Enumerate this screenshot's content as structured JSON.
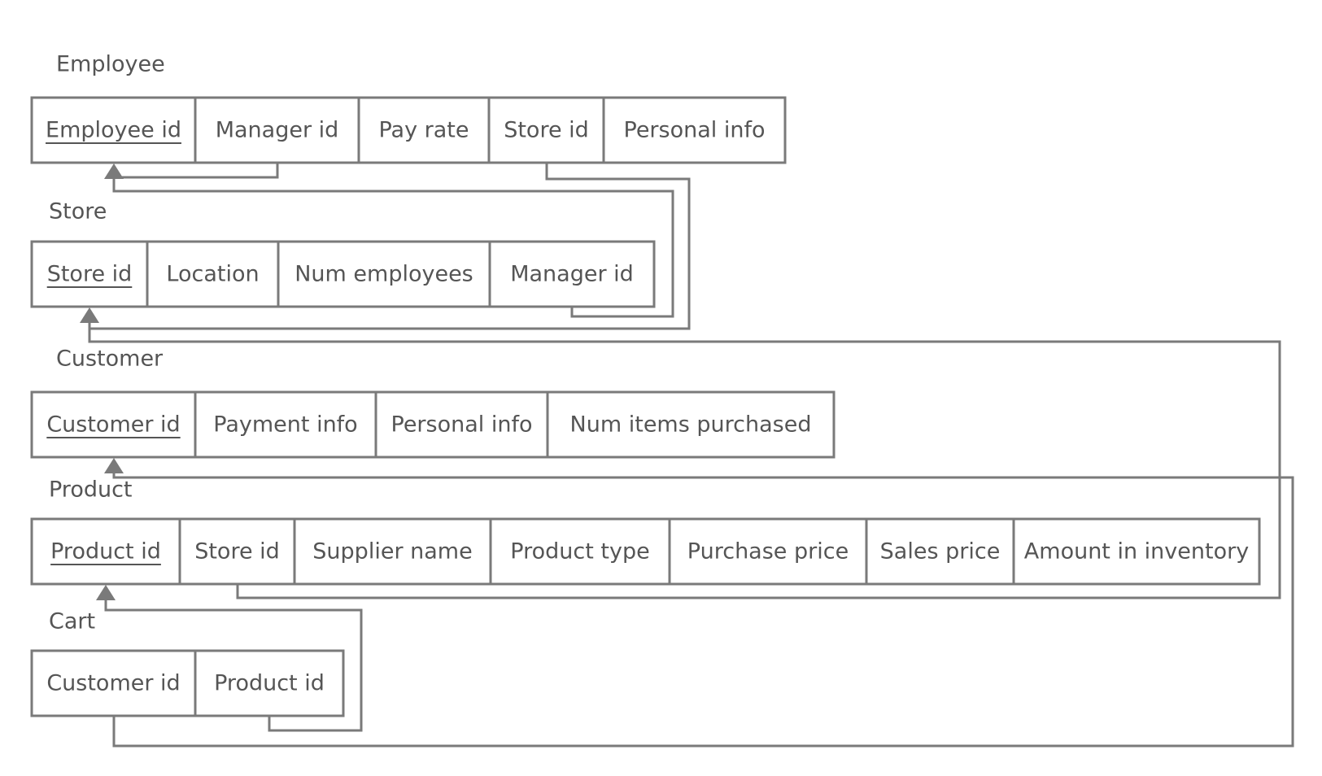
{
  "colors": {
    "line": "#7a7a7a",
    "text": "#555555",
    "background": "#ffffff"
  },
  "tables": [
    {
      "id": "employee",
      "name": "Employee",
      "columns": [
        {
          "label": "Employee id",
          "primary_key": true
        },
        {
          "label": "Manager id",
          "primary_key": false
        },
        {
          "label": "Pay rate",
          "primary_key": false
        },
        {
          "label": "Store id",
          "primary_key": false
        },
        {
          "label": "Personal info",
          "primary_key": false
        }
      ]
    },
    {
      "id": "store",
      "name": "Store",
      "columns": [
        {
          "label": "Store id",
          "primary_key": true
        },
        {
          "label": "Location",
          "primary_key": false
        },
        {
          "label": "Num employees",
          "primary_key": false
        },
        {
          "label": "Manager id",
          "primary_key": false
        }
      ]
    },
    {
      "id": "customer",
      "name": "Customer",
      "columns": [
        {
          "label": "Customer id",
          "primary_key": true
        },
        {
          "label": "Payment info",
          "primary_key": false
        },
        {
          "label": "Personal info",
          "primary_key": false
        },
        {
          "label": "Num items purchased",
          "primary_key": false
        }
      ]
    },
    {
      "id": "product",
      "name": "Product",
      "columns": [
        {
          "label": "Product id",
          "primary_key": true
        },
        {
          "label": "Store id",
          "primary_key": false
        },
        {
          "label": "Supplier name",
          "primary_key": false
        },
        {
          "label": "Product type",
          "primary_key": false
        },
        {
          "label": "Purchase price",
          "primary_key": false
        },
        {
          "label": "Sales price",
          "primary_key": false
        },
        {
          "label": "Amount in inventory",
          "primary_key": false
        }
      ]
    },
    {
      "id": "cart",
      "name": "Cart",
      "columns": [
        {
          "label": "Customer id",
          "primary_key": false
        },
        {
          "label": "Product id",
          "primary_key": false
        }
      ]
    }
  ],
  "foreign_keys": [
    {
      "from_table": "employee",
      "from_column": "Manager id",
      "to_table": "employee",
      "to_column": "Employee id"
    },
    {
      "from_table": "store",
      "from_column": "Manager id",
      "to_table": "employee",
      "to_column": "Employee id"
    },
    {
      "from_table": "employee",
      "from_column": "Store id",
      "to_table": "store",
      "to_column": "Store id"
    },
    {
      "from_table": "product",
      "from_column": "Store id",
      "to_table": "store",
      "to_column": "Store id"
    },
    {
      "from_table": "cart",
      "from_column": "Customer id",
      "to_table": "customer",
      "to_column": "Customer id"
    },
    {
      "from_table": "cart",
      "from_column": "Product id",
      "to_table": "product",
      "to_column": "Product id"
    }
  ]
}
